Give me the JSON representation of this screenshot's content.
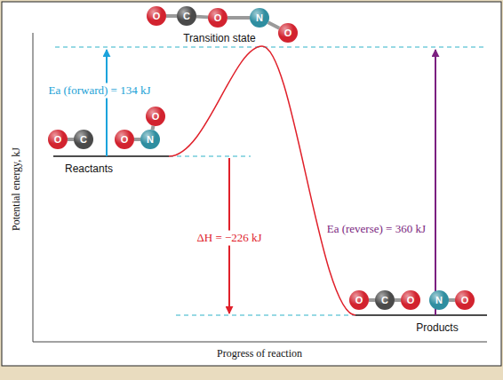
{
  "diagram": {
    "nodes": [
      {
        "text": [
          "O"
        ]
      },
      {
        "text": [
          "C"
        ]
      },
      {
        "text": [
          "O"
        ]
      },
      {
        "text": [
          "N"
        ]
      },
      {
        "text": [
          "O"
        ]
      },
      {
        "text": [
          "O"
        ]
      },
      {
        "text": [
          "C"
        ]
      },
      {
        "text": [
          "O"
        ]
      },
      {
        "text": [
          "N"
        ]
      },
      {
        "text": [
          "O"
        ]
      },
      {
        "text": [
          "O"
        ]
      },
      {
        "text": [
          "C"
        ]
      },
      {
        "text": [
          "O"
        ]
      },
      {
        "text": [
          "N"
        ]
      },
      {
        "text": [
          "O"
        ]
      }
    ],
    "edges": [
      {
        "from": 0,
        "to": 1,
        "arrow": "none"
      },
      {
        "from": 1,
        "to": 2,
        "arrow": "none"
      },
      {
        "from": 2,
        "to": 3,
        "arrow": "none"
      },
      {
        "from": 3,
        "to": 4,
        "arrow": "none"
      },
      {
        "from": 5,
        "to": 6,
        "arrow": "none"
      },
      {
        "from": 7,
        "to": 8,
        "arrow": "none"
      },
      {
        "from": 8,
        "to": 9,
        "arrow": "none"
      },
      {
        "from": 10,
        "to": 11,
        "arrow": "none"
      },
      {
        "from": 11,
        "to": 12,
        "arrow": "none"
      },
      {
        "from": 13,
        "to": 14,
        "arrow": "none"
      }
    ],
    "labels": [
      "Transition state",
      "Reactants",
      "Products",
      "Ea (forward) = 134 kJ",
      "ΔH = −226 kJ",
      "Ea (reverse) = 360 kJ",
      "Potential energy, kJ",
      "Progress of reaction"
    ]
  }
}
